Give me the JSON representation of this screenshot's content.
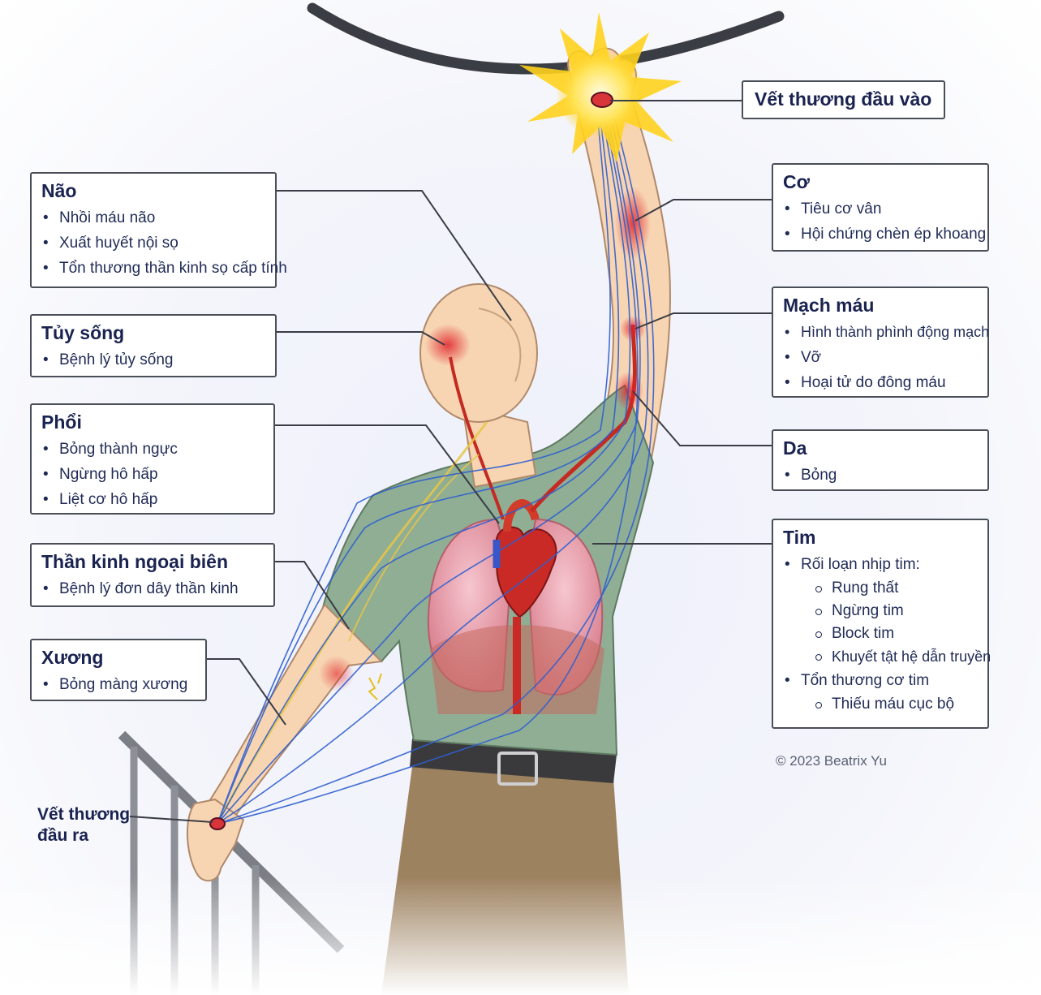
{
  "entry_wound": {
    "title": "Vết thương đầu vào"
  },
  "exit_wound": {
    "line1": "Vết thương",
    "line2": "đầu ra"
  },
  "brain": {
    "title": "Não",
    "items": [
      "Nhồi máu não",
      "Xuất huyết nội sọ",
      "Tổn thương thần kinh sọ cấp tính"
    ]
  },
  "spinal_cord": {
    "title": "Tủy sống",
    "items": [
      "Bệnh lý tủy sống"
    ]
  },
  "lungs": {
    "title": "Phổi",
    "items": [
      "Bỏng thành ngực",
      "Ngừng hô hấp",
      "Liệt cơ hô hấp"
    ]
  },
  "peripheral_nerve": {
    "title": "Thần kinh ngoại biên",
    "items": [
      "Bệnh lý đơn dây thần kinh"
    ]
  },
  "bone": {
    "title": "Xương",
    "items": [
      "Bỏng màng xương"
    ]
  },
  "muscle": {
    "title": "Cơ",
    "items": [
      "Tiêu cơ vân",
      "Hội chứng chèn ép khoang"
    ]
  },
  "vessels": {
    "title": "Mạch máu",
    "items": [
      "Hình thành phình động mạch",
      "Vỡ",
      "Hoại tử do đông máu"
    ]
  },
  "skin": {
    "title": "Da",
    "items": [
      "Bỏng"
    ]
  },
  "heart": {
    "title": "Tim",
    "arrhythmia": "Rối loạn nhịp tim:",
    "arrhythmia_types": [
      "Rung thất",
      "Ngừng tim",
      "Block tim",
      "Khuyết tật hệ dẫn truyền"
    ],
    "myocardial_injury": "Tổn thương cơ tim",
    "myocardial_types": [
      "Thiếu máu cục bộ"
    ]
  },
  "copyright": "© 2023 Beatrix Yu",
  "colors": {
    "current": "#2f5fd0",
    "skin": "#f7d5b2",
    "shirt": "#8fae94",
    "pants": "#9d8260",
    "injury": "#d8343a",
    "spark": "#ffd21e"
  }
}
